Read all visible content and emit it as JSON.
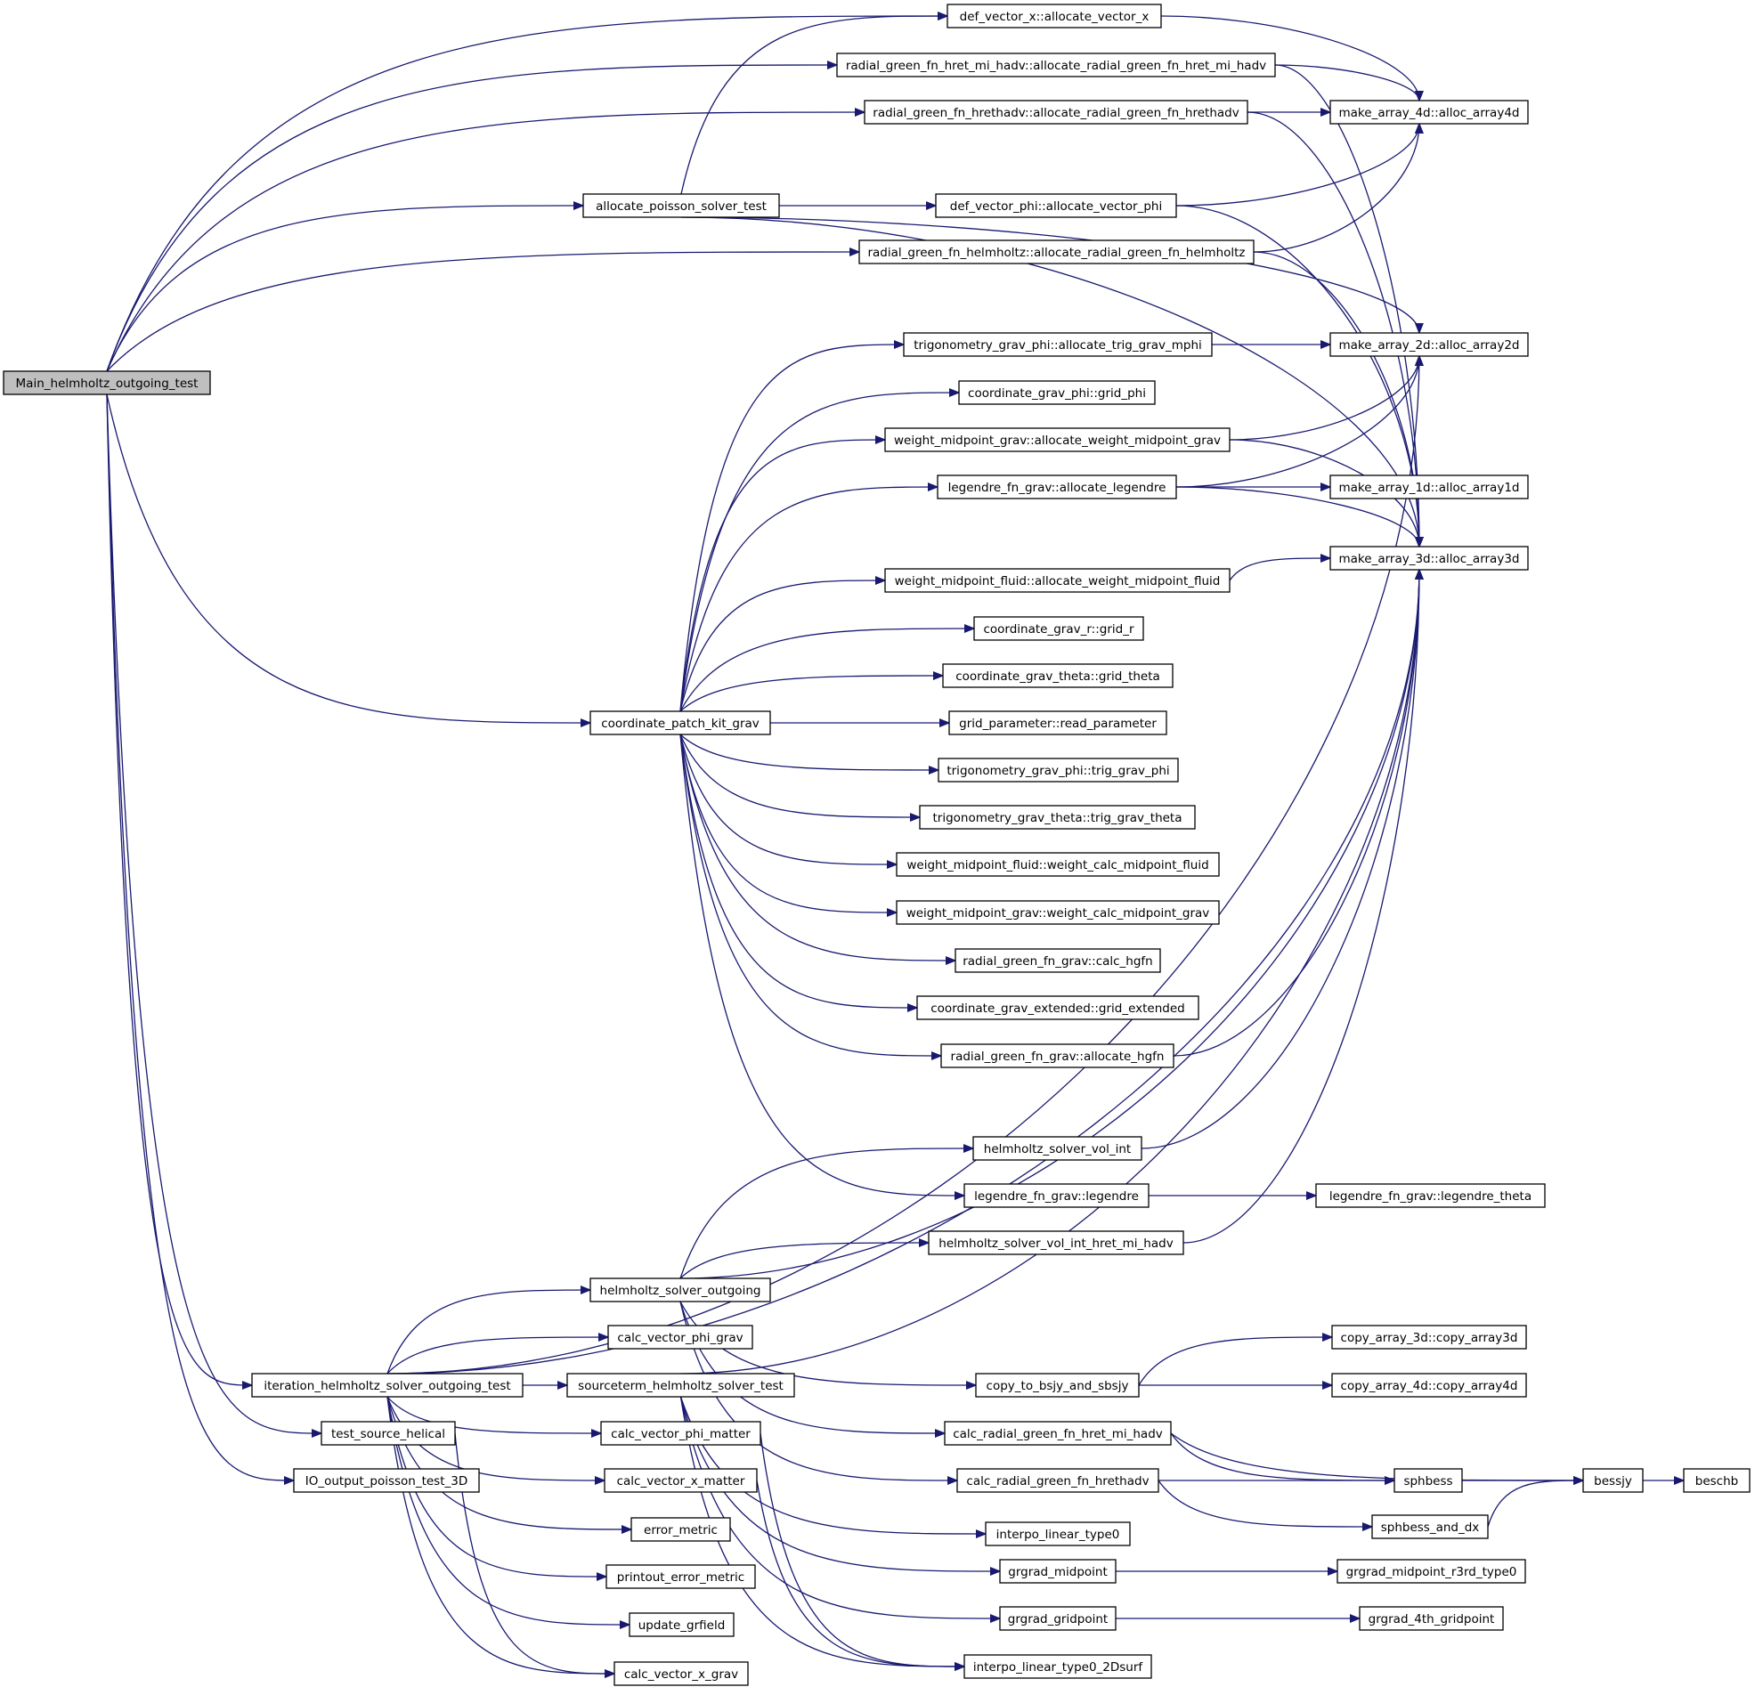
{
  "diagram": {
    "root": "Main_helmholtz_outgoing_test",
    "colors": {
      "edge": "#191970",
      "root_fill": "#bfbfbf",
      "node_fill": "#ffffff",
      "node_border": "#000000"
    },
    "nodes": [
      {
        "id": "main",
        "label": "Main_helmholtz_outgoing_test"
      },
      {
        "id": "dvx",
        "label": "def_vector_x::allocate_vector_x"
      },
      {
        "id": "rghmh",
        "label": "radial_green_fn_hret_mi_hadv::allocate_radial_green_fn_hret_mi_hadv"
      },
      {
        "id": "rgh",
        "label": "radial_green_fn_hrethadv::allocate_radial_green_fn_hrethadv"
      },
      {
        "id": "a4d",
        "label": "make_array_4d::alloc_array4d"
      },
      {
        "id": "apst",
        "label": "allocate_poisson_solver_test"
      },
      {
        "id": "dvp",
        "label": "def_vector_phi::allocate_vector_phi"
      },
      {
        "id": "rghel",
        "label": "radial_green_fn_helmholtz::allocate_radial_green_fn_helmholtz"
      },
      {
        "id": "tgpa",
        "label": "trigonometry_grav_phi::allocate_trig_grav_mphi"
      },
      {
        "id": "a2d",
        "label": "make_array_2d::alloc_array2d"
      },
      {
        "id": "cgp",
        "label": "coordinate_grav_phi::grid_phi"
      },
      {
        "id": "wmg",
        "label": "weight_midpoint_grav::allocate_weight_midpoint_grav"
      },
      {
        "id": "lfa",
        "label": "legendre_fn_grav::allocate_legendre"
      },
      {
        "id": "a1d",
        "label": "make_array_1d::alloc_array1d"
      },
      {
        "id": "a3d",
        "label": "make_array_3d::alloc_array3d"
      },
      {
        "id": "wmf",
        "label": "weight_midpoint_fluid::allocate_weight_midpoint_fluid"
      },
      {
        "id": "cgr",
        "label": "coordinate_grav_r::grid_r"
      },
      {
        "id": "cgt",
        "label": "coordinate_grav_theta::grid_theta"
      },
      {
        "id": "gpr",
        "label": "grid_parameter::read_parameter"
      },
      {
        "id": "cpkg",
        "label": "coordinate_patch_kit_grav"
      },
      {
        "id": "tgp",
        "label": "trigonometry_grav_phi::trig_grav_phi"
      },
      {
        "id": "tgt",
        "label": "trigonometry_grav_theta::trig_grav_theta"
      },
      {
        "id": "wcmf",
        "label": "weight_midpoint_fluid::weight_calc_midpoint_fluid"
      },
      {
        "id": "wcmg",
        "label": "weight_midpoint_grav::weight_calc_midpoint_grav"
      },
      {
        "id": "rgch",
        "label": "radial_green_fn_grav::calc_hgfn"
      },
      {
        "id": "cge",
        "label": "coordinate_grav_extended::grid_extended"
      },
      {
        "id": "rgah",
        "label": "radial_green_fn_grav::allocate_hgfn"
      },
      {
        "id": "hsvi",
        "label": "helmholtz_solver_vol_int"
      },
      {
        "id": "lfl",
        "label": "legendre_fn_grav::legendre"
      },
      {
        "id": "lflt",
        "label": "legendre_fn_grav::legendre_theta"
      },
      {
        "id": "hsvih",
        "label": "helmholtz_solver_vol_int_hret_mi_hadv"
      },
      {
        "id": "hso",
        "label": "helmholtz_solver_outgoing"
      },
      {
        "id": "cvpg",
        "label": "calc_vector_phi_grav"
      },
      {
        "id": "ca3",
        "label": "copy_array_3d::copy_array3d"
      },
      {
        "id": "ihsot",
        "label": "iteration_helmholtz_solver_outgoing_test"
      },
      {
        "id": "sthst",
        "label": "sourceterm_helmholtz_solver_test"
      },
      {
        "id": "ctb",
        "label": "copy_to_bsjy_and_sbsjy"
      },
      {
        "id": "ca4",
        "label": "copy_array_4d::copy_array4d"
      },
      {
        "id": "tsh",
        "label": "test_source_helical"
      },
      {
        "id": "cvpm",
        "label": "calc_vector_phi_matter"
      },
      {
        "id": "crgh",
        "label": "calc_radial_green_fn_hret_mi_hadv"
      },
      {
        "id": "sph",
        "label": "sphbess"
      },
      {
        "id": "bessjy",
        "label": "bessjy"
      },
      {
        "id": "beschb",
        "label": "beschb"
      },
      {
        "id": "iop",
        "label": "IO_output_poisson_test_3D"
      },
      {
        "id": "cvxm",
        "label": "calc_vector_x_matter"
      },
      {
        "id": "crgh2",
        "label": "calc_radial_green_fn_hrethadv"
      },
      {
        "id": "sphdx",
        "label": "sphbess_and_dx"
      },
      {
        "id": "em",
        "label": "error_metric"
      },
      {
        "id": "ilt0",
        "label": "interpo_linear_type0"
      },
      {
        "id": "pem",
        "label": "printout_error_metric"
      },
      {
        "id": "ggm",
        "label": "grgrad_midpoint"
      },
      {
        "id": "ggmr",
        "label": "grgrad_midpoint_r3rd_type0"
      },
      {
        "id": "ugr",
        "label": "update_grfield"
      },
      {
        "id": "ggg",
        "label": "grgrad_gridpoint"
      },
      {
        "id": "gg4",
        "label": "grgrad_4th_gridpoint"
      },
      {
        "id": "ilt02",
        "label": "interpo_linear_type0_2Dsurf"
      },
      {
        "id": "cvxg",
        "label": "calc_vector_x_grav"
      }
    ]
  }
}
